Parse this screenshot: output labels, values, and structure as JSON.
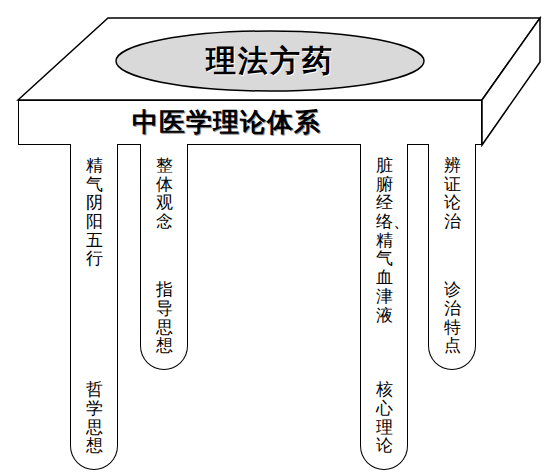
{
  "diagram": {
    "nodes": [
      {
        "text": [
          "理法方药"
        ]
      },
      {
        "text": [
          "中医学理论体系"
        ]
      },
      {
        "text": [
          "精气阴阳五行",
          "哲学思想"
        ]
      },
      {
        "text": [
          "整体观念",
          "指导思想"
        ]
      },
      {
        "text": [
          "脏腑经络、精气血津液",
          "核心理论"
        ]
      },
      {
        "text": [
          "辨证论治",
          "诊治特点"
        ]
      }
    ]
  }
}
